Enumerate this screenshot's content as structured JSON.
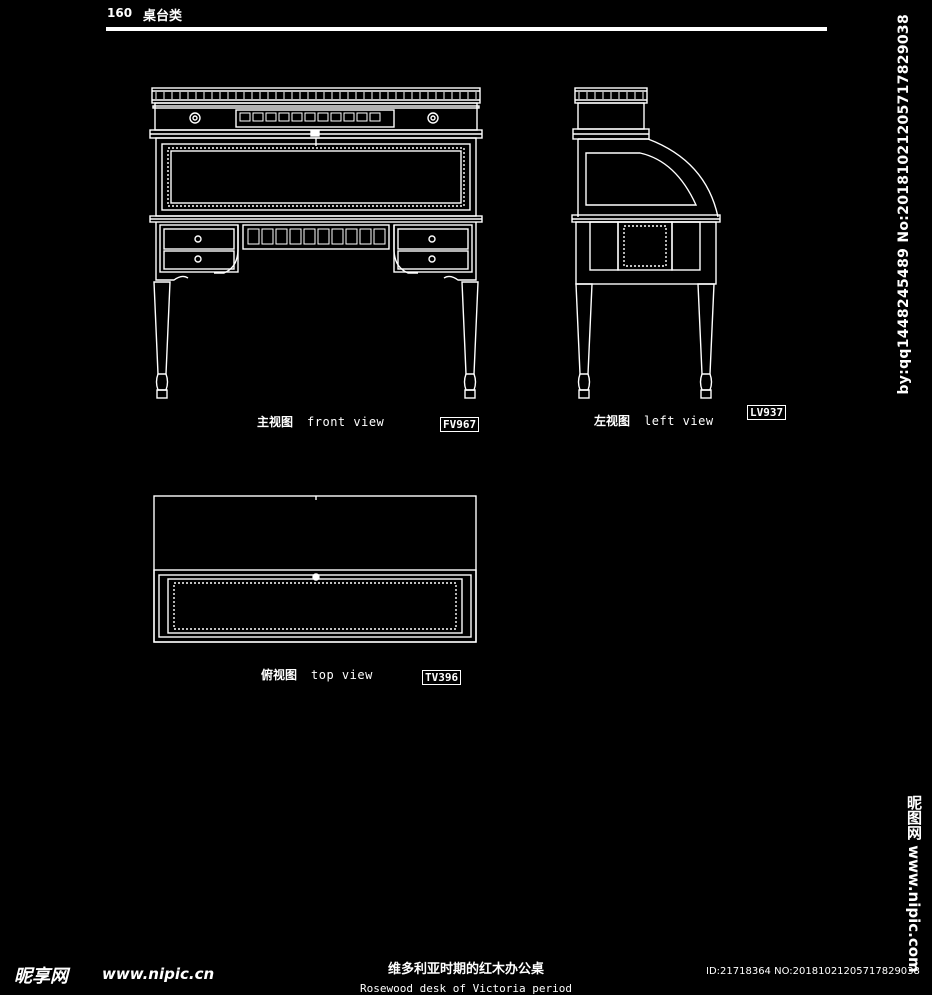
{
  "header": {
    "page_number": "160",
    "category": "桌台类"
  },
  "views": {
    "front": {
      "label_cn": "主视图",
      "label_en": "front view",
      "code": "FV967"
    },
    "left": {
      "label_cn": "左视图",
      "label_en": "left view",
      "code": "LV937"
    },
    "top": {
      "label_cn": "俯视图",
      "label_en": "top view",
      "code": "TV396"
    }
  },
  "footer": {
    "title_cn": "维多利亚时期的红木办公桌",
    "title_en": "Rosewood desk of Victoria period"
  },
  "watermark": {
    "vertical_id": "by:qq1448245489 No:20181021205717829038",
    "site_logo": "昵享网",
    "site_url": "www.nipic.cn",
    "site_vertical": "昵图网 www.nipic.com",
    "id_line": "ID:21718364 NO:20181021205717829038"
  },
  "colors": {
    "background": "#000000",
    "line": "#ffffff"
  }
}
